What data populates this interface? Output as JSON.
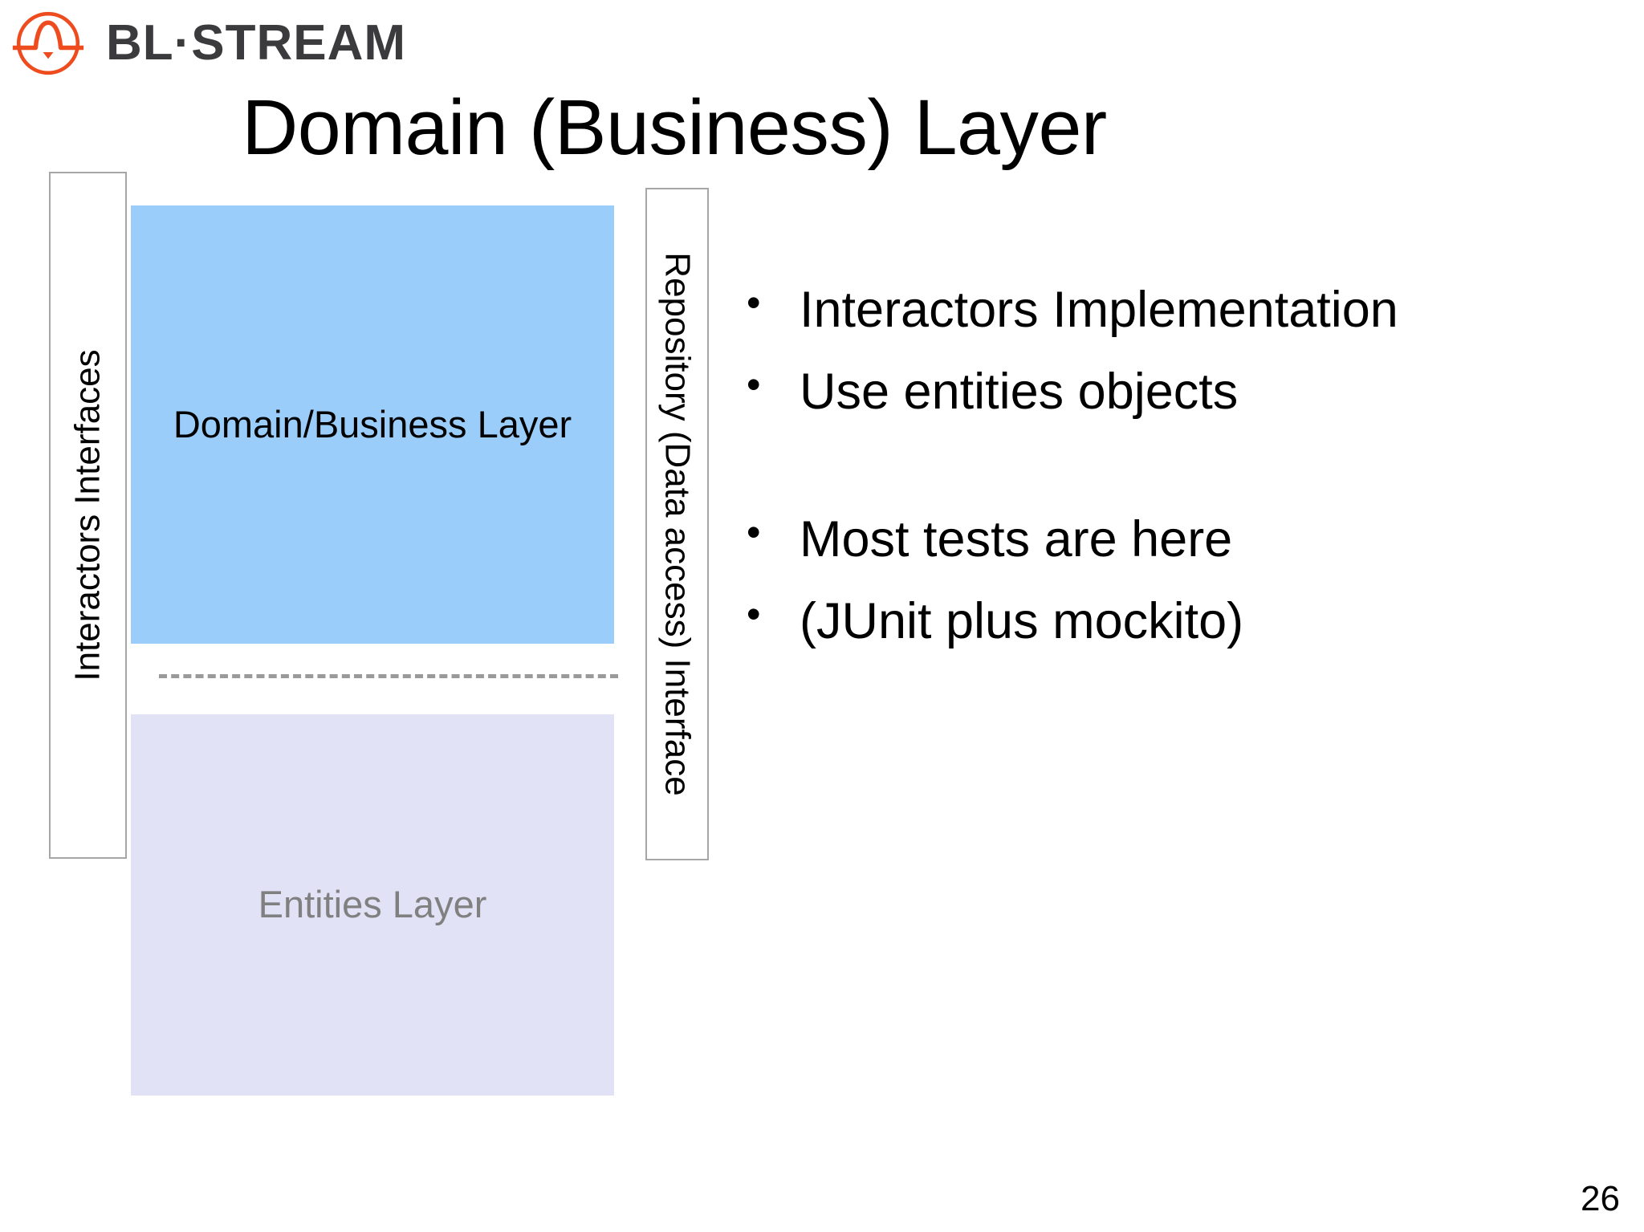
{
  "brand": {
    "wordmark": "BL·STREAM",
    "logo_color": "#EE4B1E",
    "wordmark_color": "#3b3b3d"
  },
  "slide": {
    "title": "Domain (Business) Layer",
    "page_number": "26",
    "background_color": "#ffffff"
  },
  "diagram": {
    "left_column_label": "Interactors Interfaces",
    "center_column_label": "Repository (Data access) Interface",
    "boxes": [
      {
        "label": "Domain/Business Layer",
        "fill": "#9BCDFB",
        "text_color": "#000000"
      },
      {
        "label": "Entities Layer",
        "fill": "#E2E2F7",
        "text_color": "#808080"
      }
    ],
    "divider_style": "dashed",
    "divider_color": "#9a9a9a"
  },
  "bullets": [
    {
      "marker": "•",
      "text": "Interactors Implementation",
      "gap_before": false
    },
    {
      "marker": "•",
      "text": "Use entities objects",
      "gap_before": false
    },
    {
      "marker": "•",
      "text": "Most tests are here",
      "gap_before": true
    },
    {
      "marker": "•",
      "text": "(JUnit plus mockito)",
      "gap_before": false
    }
  ]
}
